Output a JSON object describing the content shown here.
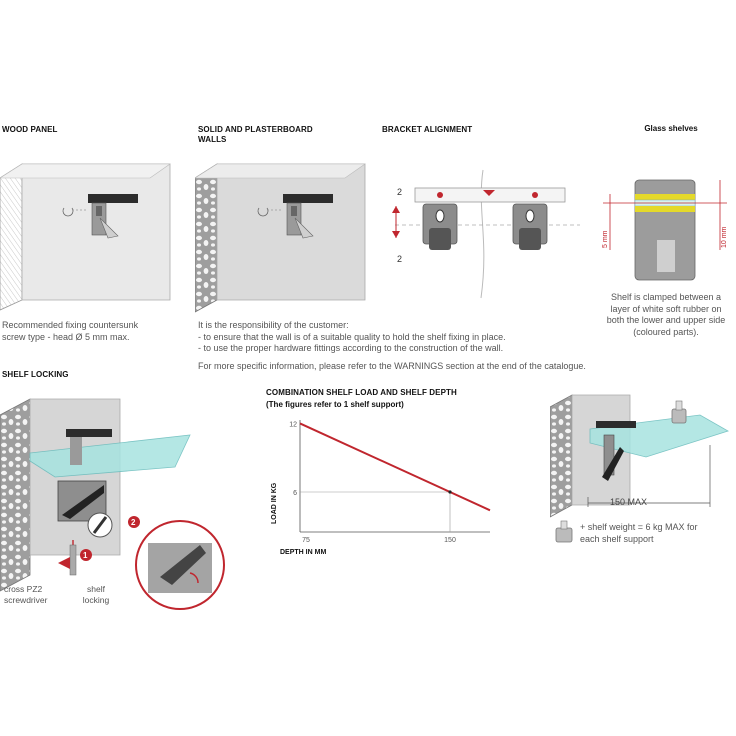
{
  "wood_panel": {
    "title": "WOOD PANEL",
    "caption": [
      "Recommended fixing countersunk",
      "screw type - head Ø 5 mm max."
    ]
  },
  "solid_walls": {
    "title": [
      "SOLID AND PLASTERBOARD",
      "WALLS"
    ],
    "text": [
      "It is the responsibility of the customer:",
      "- to ensure that the wall is of a suitable quality to hold the shelf fixing in place.",
      "- to use the proper hardware fittings according to the construction of the wall.",
      "For more specific information, please refer to the WARNINGS section at the end of the catalogue."
    ]
  },
  "bracket_alignment": {
    "title": "BRACKET ALIGNMENT",
    "label_top": "2",
    "label_bottom": "2"
  },
  "glass_shelves": {
    "title": "Glass shelves",
    "dim_left": "5 mm",
    "dim_right": "10 mm",
    "caption": [
      "Shelf is clamped between a",
      "layer of white soft rubber on",
      "both the lower and upper side",
      "(coloured parts)."
    ]
  },
  "shelf_locking": {
    "title": "SHELF LOCKING",
    "step1": "1",
    "step2": "2",
    "tool_label": [
      "cross PZ2",
      "screwdriver"
    ],
    "lock_label": [
      "shelf",
      "locking"
    ]
  },
  "load_info": {
    "dim_label": "150 MAX",
    "weight_note": [
      "+ shelf weight = 6 kg MAX for",
      "each shelf support"
    ]
  },
  "chart_data": {
    "type": "line",
    "title": "COMBINATION SHELF LOAD AND SHELF DEPTH",
    "subtitle": "(The figures refer to 1 shelf support)",
    "xlabel": "DEPTH IN MM",
    "ylabel": "LOAD IN KG",
    "x_ticks": [
      "75",
      "150"
    ],
    "y_ticks": [
      "12",
      "6"
    ],
    "xlim": [
      75,
      170
    ],
    "ylim": [
      2.5,
      12.3
    ],
    "series": [
      {
        "x": [
          75,
          170
        ],
        "y": [
          12,
          4.4
        ],
        "color": "#c0262e"
      }
    ],
    "marker": {
      "x": 150,
      "y": 6
    },
    "grid": false
  }
}
